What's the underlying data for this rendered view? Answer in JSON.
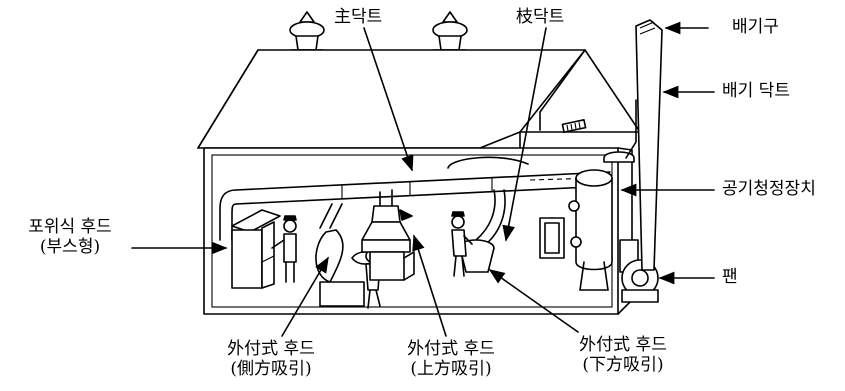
{
  "labels": {
    "exhaust_outlet": "배기구",
    "exhaust_duct": "배기 닥트",
    "main_duct": "主닥트",
    "branch_duct": "枝닥트",
    "air_cleaner": "공기청정장치",
    "fan": "팬",
    "enclosing_hood_line1": "포위식 후드",
    "enclosing_hood_line2": "(부스형)",
    "side_hood_line1": "外付式 후드",
    "side_hood_line2": "(側方吸引)",
    "top_hood_line1": "外付式 후드",
    "top_hood_line2": "(上方吸引)",
    "down_hood_line1": "外付式 후드",
    "down_hood_line2": "(下方吸引)"
  }
}
